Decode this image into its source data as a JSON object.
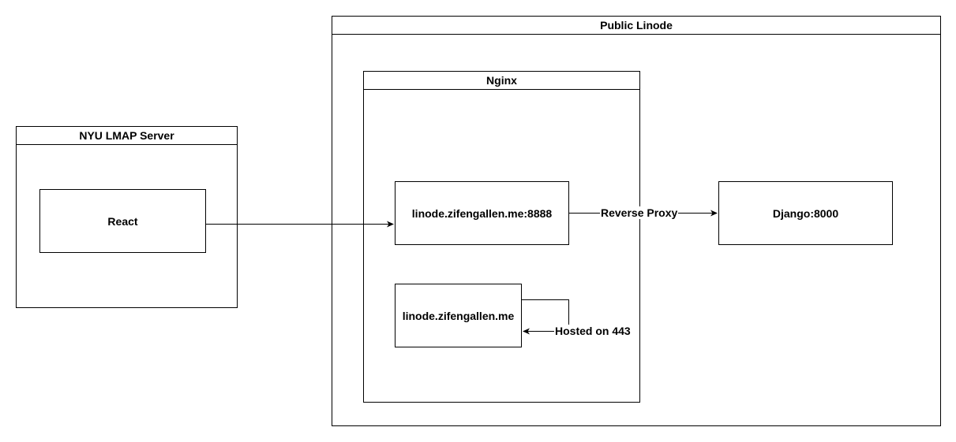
{
  "containers": {
    "public_linode": {
      "title": "Public Linode"
    },
    "nginx": {
      "title": "Nginx"
    },
    "nyu_lmap": {
      "title": "NYU LMAP Server"
    }
  },
  "nodes": {
    "react": "React",
    "linode_8888": "linode.zifengallen.me:8888",
    "linode_443": "linode.zifengallen.me",
    "django": "Django:8000"
  },
  "edges": {
    "reverse_proxy": "Reverse Proxy",
    "hosted_443": "Hosted on 443"
  }
}
